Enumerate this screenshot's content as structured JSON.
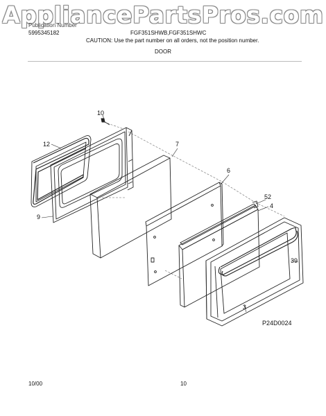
{
  "header": {
    "watermark": "AppliancePartsPros.com",
    "publication_label": "Publication Number",
    "publication_number": "5995345182",
    "models": "FGF351SHWB,FGF351SHWC",
    "caution": "CAUTION:  Use the part number on all orders, not the position number.",
    "section_title": "DOOR"
  },
  "diagram": {
    "callouts": {
      "c10": "10",
      "c12": "12",
      "c9": "9",
      "c7": "7",
      "c6": "6",
      "c52": "52",
      "c4": "4",
      "c39": "39",
      "c3": "3"
    },
    "figure_code": "P24D0024"
  },
  "footer": {
    "date": "10/00",
    "page": "10"
  }
}
